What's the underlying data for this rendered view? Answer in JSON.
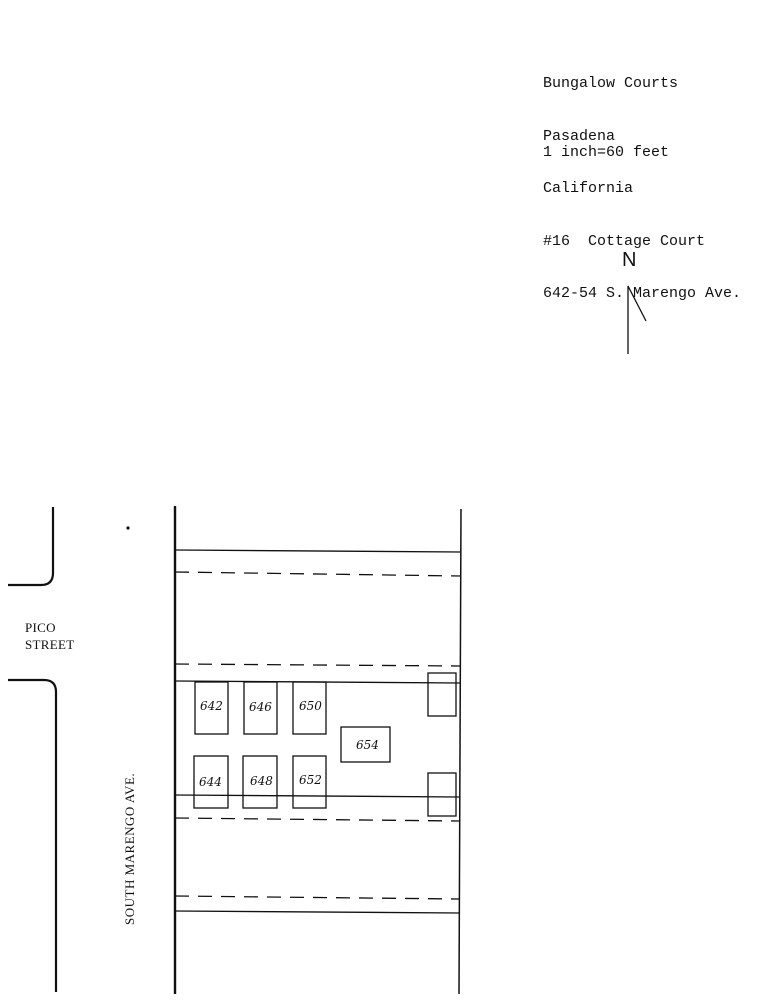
{
  "info": {
    "lines": [
      "Bungalow Courts",
      "Pasadena",
      "California",
      "#16  Cottage Court",
      "642-54 S. Marengo Ave."
    ],
    "scale": "1 inch=60 feet"
  },
  "north_label": "N",
  "streets": {
    "pico_line1": "PICO",
    "pico_line2": "STREET",
    "marengo": "SOUTH MARENGO AVE."
  },
  "units": [
    "642",
    "646",
    "650",
    "654",
    "644",
    "648",
    "652"
  ]
}
